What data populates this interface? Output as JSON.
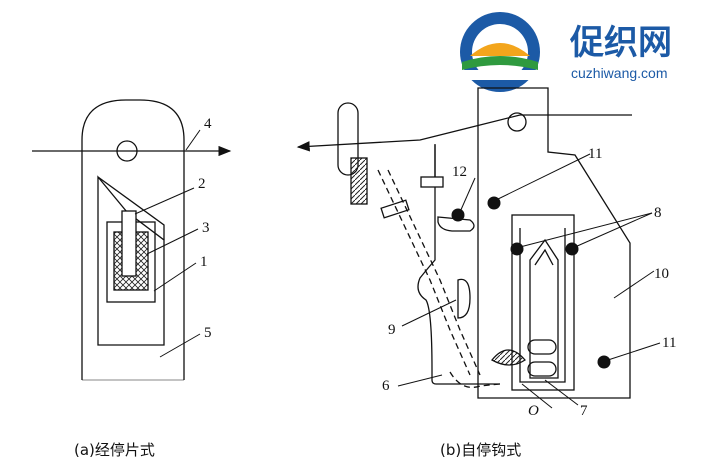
{
  "logo": {
    "name_cn": "促织网",
    "url": "cuzhiwang.com"
  },
  "labels": {
    "a": [
      "4",
      "2",
      "3",
      "1",
      "5"
    ],
    "b": [
      "11",
      "12",
      "8",
      "10",
      "11",
      "9",
      "6",
      "O",
      "7"
    ]
  },
  "captions": {
    "a": "(a)经停片式",
    "b": "(b)自停钩式"
  }
}
